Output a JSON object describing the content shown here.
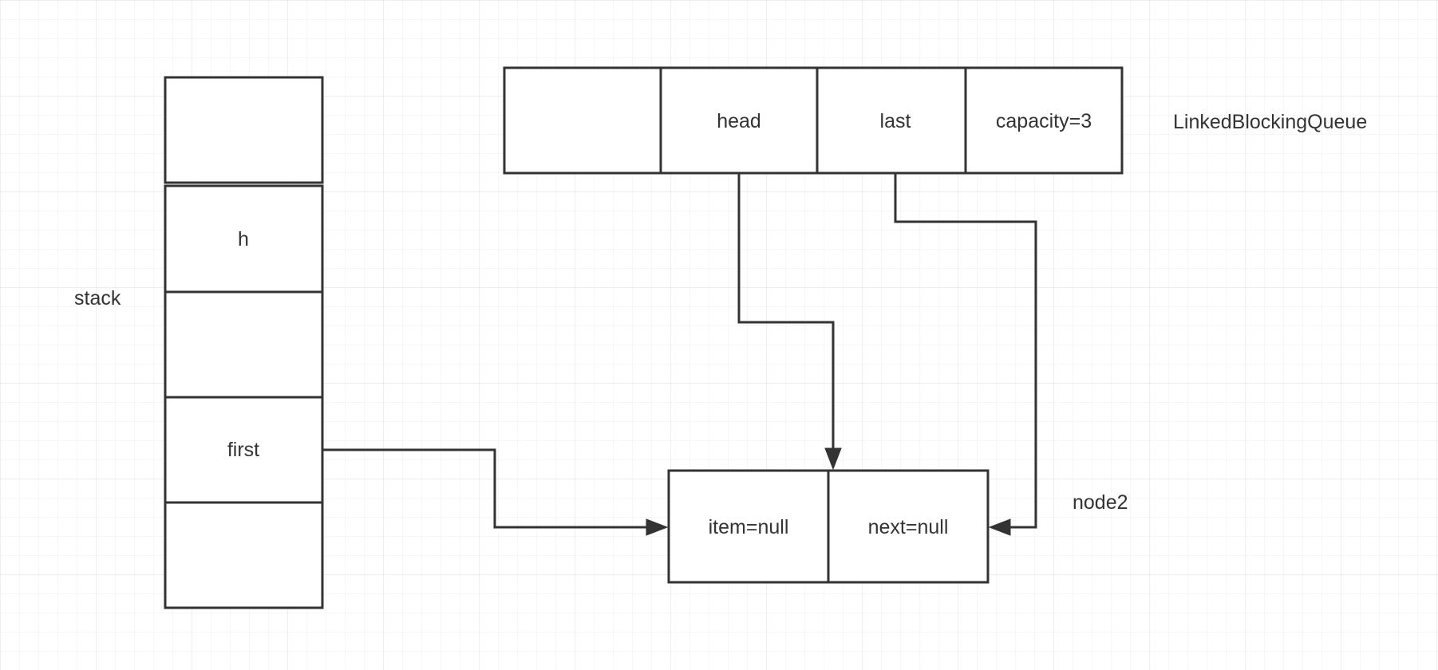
{
  "stack": {
    "label": "stack",
    "cells": [
      "",
      "h",
      "",
      "first",
      ""
    ]
  },
  "queue": {
    "label": "LinkedBlockingQueue",
    "cells": [
      "",
      "head",
      "last",
      "capacity=3"
    ]
  },
  "node": {
    "label": "node2",
    "cells": [
      "item=null",
      "next=null"
    ]
  },
  "colors": {
    "stroke": "#333333",
    "grid_minor": "#eeeeee",
    "grid_major": "#e2e2e2",
    "background": "#ffffff"
  }
}
